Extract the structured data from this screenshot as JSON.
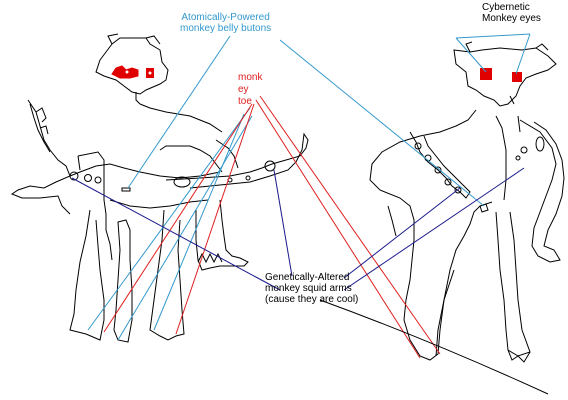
{
  "annotations": {
    "belly_buttons": [
      "Atomically-Powered",
      "monkey belly butons"
    ],
    "eyes": [
      "Cybernetic",
      "Monkey eyes"
    ],
    "toe": [
      "monk",
      "ey",
      "toe"
    ],
    "arms": [
      "Genetically-Altered",
      "monkey squid arms",
      "(cause they are cool)"
    ]
  },
  "colors": {
    "blue_line": "#3399cc",
    "red_line": "#e02020",
    "navy_line": "#1a1a8c",
    "eye_red": "#e00000",
    "ink": "#000000"
  }
}
